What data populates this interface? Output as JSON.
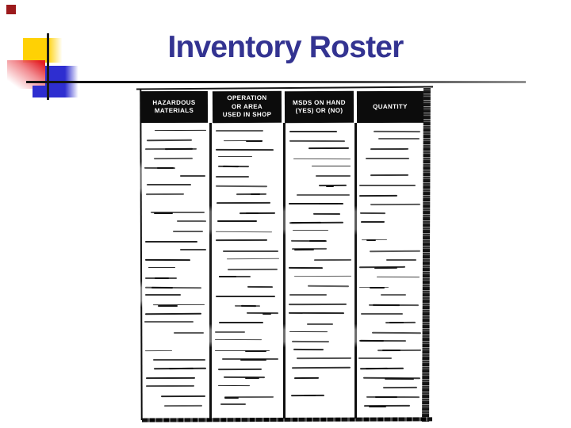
{
  "slide": {
    "title": "Inventory Roster"
  },
  "theme": {
    "title_color": "#333391",
    "accent_yellow": "#ffd104",
    "accent_red": "#e31e25",
    "accent_blue": "#2e2ed0",
    "corner_square": "#9c1a1c"
  },
  "form": {
    "columns": [
      {
        "header": "HAZARDOUS\nMATERIALS"
      },
      {
        "header": "OPERATION\nOR AREA\nUSED IN SHOP"
      },
      {
        "header": "MSDS ON HAND\n(YES) OR (NO)"
      },
      {
        "header": "QUANTITY"
      }
    ]
  }
}
